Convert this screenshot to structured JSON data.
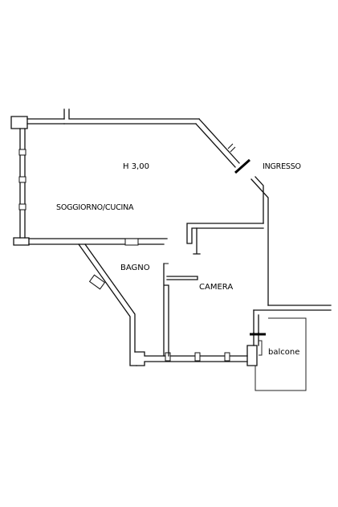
{
  "plan": {
    "labels": {
      "ceiling_height": "H 3,00",
      "entrance": "INGRESSO",
      "living_kitchen": "SOGGIORNO/CUCINA",
      "bathroom": "BAGNO",
      "bedroom": "CAMERA",
      "balcony": "balcone"
    }
  }
}
